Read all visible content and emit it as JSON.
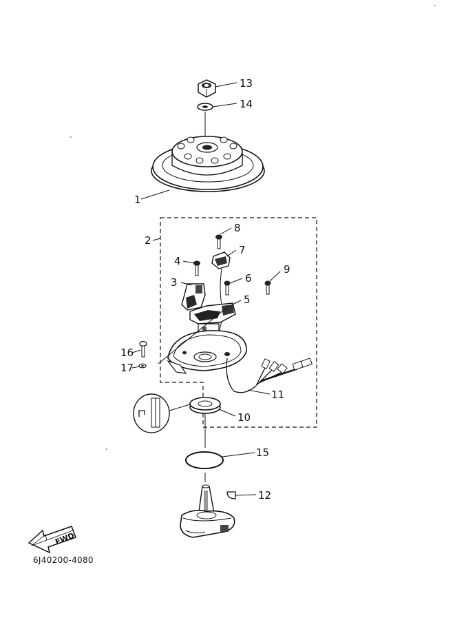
{
  "callouts": {
    "p1": "1",
    "p2": "2",
    "p3": "3",
    "p4": "4",
    "p5": "5",
    "p6": "6",
    "p7": "7",
    "p8": "8",
    "p9": "9",
    "p10": "10",
    "p11": "11",
    "p12": "12",
    "p13": "13",
    "p14": "14",
    "p15": "15",
    "p16": "16",
    "p17": "17"
  },
  "direction_arrow": {
    "label": "FWD"
  },
  "part_code": "6J40200-4080"
}
